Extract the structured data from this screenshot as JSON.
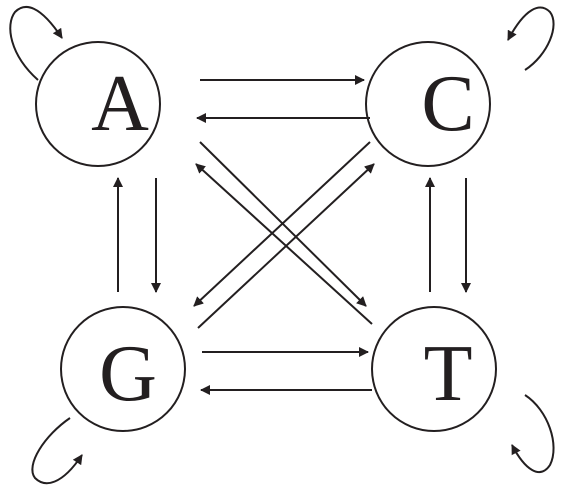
{
  "diagram": {
    "stroke_color": "#231f20",
    "background": "#ffffff",
    "nodes": [
      {
        "id": "A",
        "label": "A"
      },
      {
        "id": "C",
        "label": "C"
      },
      {
        "id": "G",
        "label": "G"
      },
      {
        "id": "T",
        "label": "T"
      }
    ],
    "transitions": [
      {
        "from": "A",
        "to": "A"
      },
      {
        "from": "C",
        "to": "C"
      },
      {
        "from": "G",
        "to": "G"
      },
      {
        "from": "T",
        "to": "T"
      },
      {
        "from": "A",
        "to": "C"
      },
      {
        "from": "C",
        "to": "A"
      },
      {
        "from": "G",
        "to": "T"
      },
      {
        "from": "T",
        "to": "G"
      },
      {
        "from": "A",
        "to": "G"
      },
      {
        "from": "G",
        "to": "A"
      },
      {
        "from": "C",
        "to": "T"
      },
      {
        "from": "T",
        "to": "C"
      },
      {
        "from": "A",
        "to": "T"
      },
      {
        "from": "T",
        "to": "A"
      },
      {
        "from": "C",
        "to": "G"
      },
      {
        "from": "G",
        "to": "C"
      }
    ]
  }
}
